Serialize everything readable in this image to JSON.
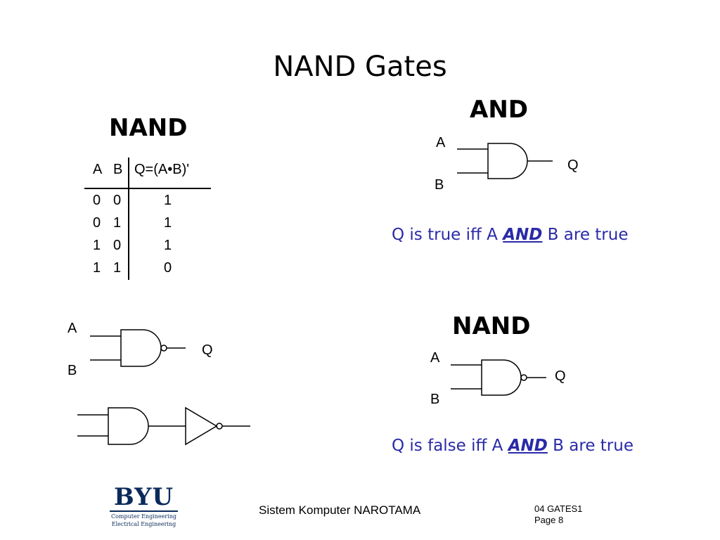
{
  "slide": {
    "title": "NAND Gates"
  },
  "nand_table": {
    "heading": "NAND",
    "headers": [
      "A",
      "B",
      "Q=(A•B)'"
    ],
    "rows": [
      [
        "0",
        "0",
        "1"
      ],
      [
        "0",
        "1",
        "1"
      ],
      [
        "1",
        "0",
        "1"
      ],
      [
        "1",
        "1",
        "0"
      ]
    ]
  },
  "and_gate": {
    "heading": "AND",
    "input_a": "A",
    "input_b": "B",
    "output": "Q"
  },
  "and_caption": {
    "pre": "Q is true iff A ",
    "em": "AND",
    "post": " B are true"
  },
  "nand_gate_left": {
    "input_a": "A",
    "input_b": "B",
    "output": "Q"
  },
  "nand_gate_right": {
    "heading": "NAND",
    "input_a": "A",
    "input_b": "B",
    "output": "Q"
  },
  "nand_caption": {
    "pre": "Q is false iff A ",
    "em": "AND",
    "post": " B are true"
  },
  "logo": {
    "main": "BYU",
    "line1": "Computer Engineering",
    "line2": "Electrical Engineering"
  },
  "footer": {
    "center": "Sistem Komputer NAROTAMA",
    "right_line1": "04 GATES1",
    "right_line2": "Page 8"
  }
}
